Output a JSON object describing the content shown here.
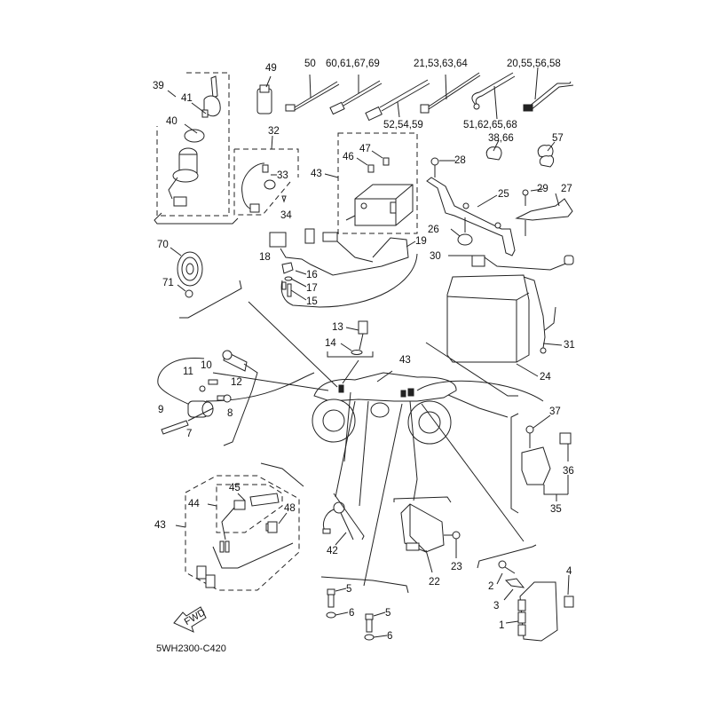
{
  "title": "Electrical parts diagram",
  "diagram_code": "5WH2300-C420",
  "fwd_label": "FWD",
  "callouts": {
    "c1": "1",
    "c2": "2",
    "c3": "3",
    "c4": "4",
    "c5a": "5",
    "c5b": "5",
    "c6a": "6",
    "c6b": "6",
    "c7": "7",
    "c8": "8",
    "c9": "9",
    "c10": "10",
    "c11": "11",
    "c12": "12",
    "c13": "13",
    "c14": "14",
    "c15": "15",
    "c16": "16",
    "c17": "17",
    "c18": "18",
    "c19": "19",
    "c22": "22",
    "c23": "23",
    "c24": "24",
    "c25": "25",
    "c26": "26",
    "c27": "27",
    "c28": "28",
    "c29": "29",
    "c30": "30",
    "c31": "31",
    "c32": "32",
    "c33": "33",
    "c34": "34",
    "c35": "35",
    "c36": "36",
    "c37": "37",
    "c38_66": "38,66",
    "c39": "39",
    "c40": "40",
    "c41": "41",
    "c42": "42",
    "c43_top": "43",
    "c43_mid": "43",
    "c43_bot": "43",
    "c44": "44",
    "c45": "45",
    "c46": "46",
    "c47": "47",
    "c48": "48",
    "c49": "49",
    "c50": "50",
    "c57": "57",
    "c70": "70",
    "c71": "71",
    "c60_61_67_69": "60,61,67,69",
    "c21_53_63_64": "21,53,63,64",
    "c20_55_56_58": "20,55,56,58",
    "c52_54_59": "52,54,59",
    "c51_62_65_68": "51,62,65,68"
  }
}
